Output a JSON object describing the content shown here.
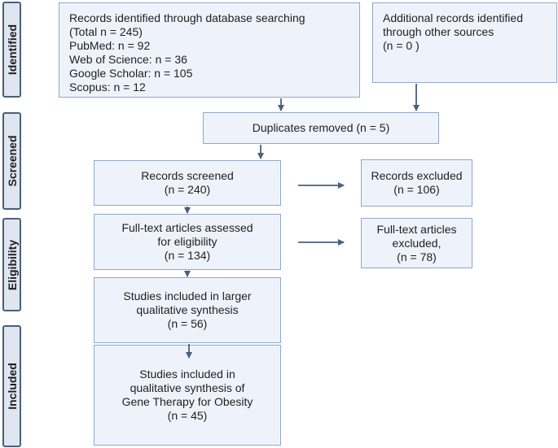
{
  "stages": {
    "identified": "Identified",
    "screened": "Screened",
    "eligibility": "Eligibility",
    "included": "Included"
  },
  "boxes": {
    "db_search": [
      "Records identified through database searching",
      "(Total n = 245)",
      "PubMed: n = 92",
      "Web of Science: n = 36",
      "Google Scholar: n = 105",
      "Scopus: n = 12"
    ],
    "other_sources": [
      "Additional records identified",
      "through other sources",
      "(n = 0 )"
    ],
    "duplicates": [
      "Duplicates removed (n = 5)"
    ],
    "screened": [
      "Records screened",
      "(n = 240)"
    ],
    "excluded": [
      "Records excluded",
      "(n = 106)"
    ],
    "fulltext": [
      "Full-text articles assessed",
      "for eligibility",
      "(n = 134)"
    ],
    "fulltext_excluded": [
      "Full-text articles",
      "excluded,",
      "(n = 78)"
    ],
    "larger_synthesis": [
      "Studies included in larger",
      "qualitative synthesis",
      "(n = 56)"
    ],
    "final_synthesis": [
      "Studies included in",
      "qualitative synthesis of",
      "Gene Therapy for Obesity",
      "(n = 45)"
    ]
  },
  "colors": {
    "box_fill": "#eef3fb",
    "box_border": "#8fa8c8",
    "stage_fill": "#dfe6ef",
    "stage_border": "#4a5f7b",
    "arrow": "#4a5f7b"
  }
}
